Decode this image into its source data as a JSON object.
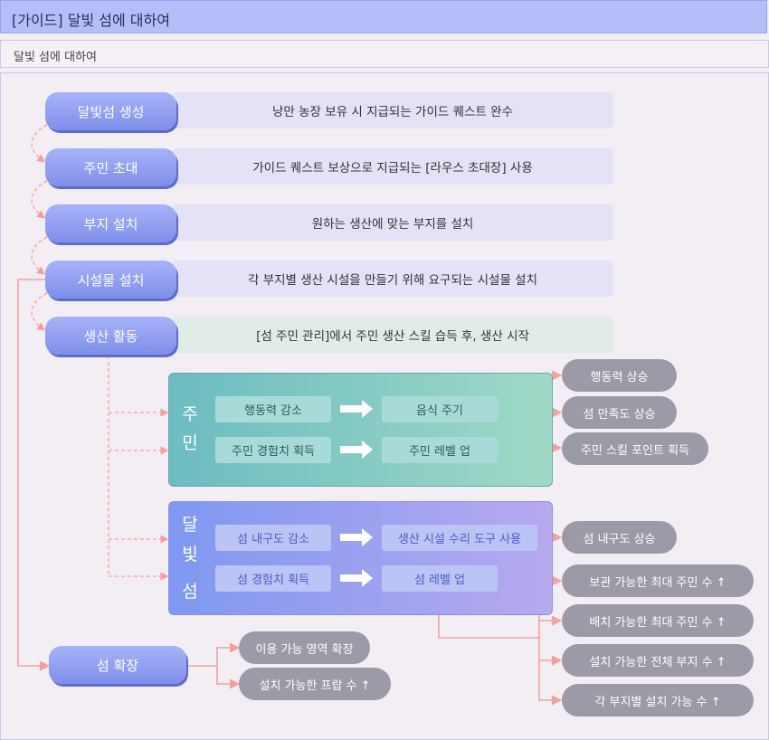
{
  "title": "[가이드] 달빛 섬에 대하여",
  "subtitle": "달빛 섬에 대하여",
  "steps": [
    {
      "label": "달빛섬 생성",
      "desc": "낭만 농장 보유 시 지급되는 가이드 퀘스트 완수"
    },
    {
      "label": "주민 초대",
      "desc": "가이드 퀘스트 보상으로 지급되는 [라우스 초대장] 사용"
    },
    {
      "label": "부지 설치",
      "desc": "원하는 생산에 맞는 부지를 설치"
    },
    {
      "label": "시설물 설치",
      "desc": "각 부지별 생산 시설을 만들기 위해 요구되는 시설물 설치"
    },
    {
      "label": "생산 활동",
      "desc": "[섬 주민 관리]에서 주민 생산 스킬 습득 후, 생산 시작"
    }
  ],
  "resident": {
    "title_chars": [
      "주",
      "민"
    ],
    "rows": [
      {
        "cause": "행동력 감소",
        "effect": "음식 주기"
      },
      {
        "cause": "주민 경험치 획득",
        "effect": "주민 레벨 업"
      }
    ],
    "results": [
      "행동력 상승",
      "섬 만족도 상승",
      "주민 스킬 포인트 획득"
    ]
  },
  "island": {
    "title_chars": [
      "달",
      "빛",
      "섬"
    ],
    "rows": [
      {
        "cause": "섬 내구도 감소",
        "effect": "생산 시설 수리 도구 사용"
      },
      {
        "cause": "섬 경험치 획득",
        "effect": "섬 레벨 업"
      }
    ],
    "results": [
      "섬 내구도 상승",
      "보관 가능한 최대 주민 수 ↑",
      "배치 가능한 최대 주민 수 ↑",
      "설치 가능한 전체 부지 수 ↑",
      "각 부지별 설치 가능 수 ↑"
    ]
  },
  "expand": {
    "label": "섬 확장",
    "results": [
      "이용 가능 영역 확장",
      "설치 가능한 프랍 수 ↑"
    ]
  },
  "colors": {
    "pill": "#8b9bef",
    "arrow": "#f3a0a0",
    "result": "#9b9aa6"
  }
}
